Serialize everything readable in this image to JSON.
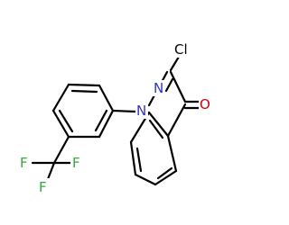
{
  "molecule": {
    "labels": {
      "chlorine": "Cl",
      "nitrogen_2": "N",
      "nitrogen_1": "N",
      "oxygen": "O",
      "fluorine_a": "F",
      "fluorine_b": "F",
      "fluorine_c": "F"
    },
    "colors": {
      "bond": "#000000",
      "chlorine": "#000000",
      "nitrogen": "#3333cc",
      "oxygen": "#cc0000",
      "fluorine": "#33aa33"
    }
  }
}
